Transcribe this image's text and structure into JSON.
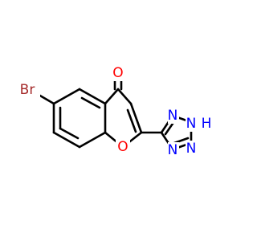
{
  "molecule": {
    "colors": {
      "bond": "#000000",
      "carbonyl_O": "#ff0000",
      "ring_O": "#ff0000",
      "Br": "#a52a2a",
      "N": "#0000ff"
    },
    "atoms": {
      "o_carbonyl": "O",
      "o_ring": "O",
      "br": "Br",
      "n_upper": "N",
      "n_lower": "N",
      "n_bottom": "N",
      "nh": "N",
      "h": "H"
    }
  }
}
